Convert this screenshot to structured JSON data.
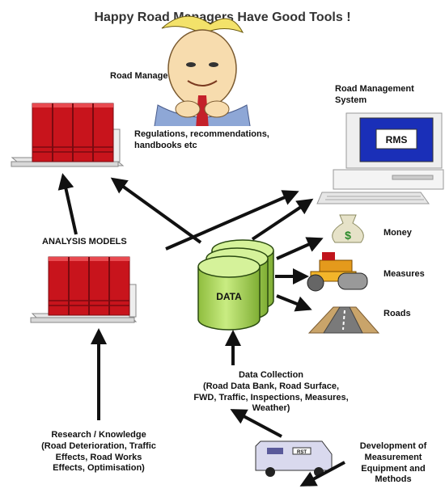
{
  "title": "Happy Road Managers Have Good Tools !",
  "road_manager_label": "Road Manage",
  "regulations_box": [
    "Regulations, recommendations,",
    "handbooks etc"
  ],
  "rms_box": {
    "label_lines": [
      "Road Management",
      "System"
    ],
    "screen_text": "RMS"
  },
  "analysis_models_label": "ANALYSIS MODELS",
  "data_label": "DATA",
  "outputs": {
    "money": "Money",
    "measures": "Measures",
    "roads": "Roads",
    "money_symbol": "$"
  },
  "data_collection": [
    "Data Collection",
    "(Road Data Bank, Road Surface,",
    "FWD, Traffic, Inspections, Measures,",
    "Weather)"
  ],
  "research": [
    "Research / Knowledge",
    "(Road Deterioration, Traffic",
    "Effects, Road Works",
    "Effects, Optimisation)"
  ],
  "development": [
    "Development of",
    "Measurement",
    "Equipment and",
    "Methods"
  ],
  "van_label": "RST",
  "colors": {
    "binder_red": "#c8141c",
    "binder_dark": "#7a0a10",
    "drum_green": "#b8e06a",
    "screen_blue": "#1a2fb8",
    "arrow": "#111111"
  }
}
